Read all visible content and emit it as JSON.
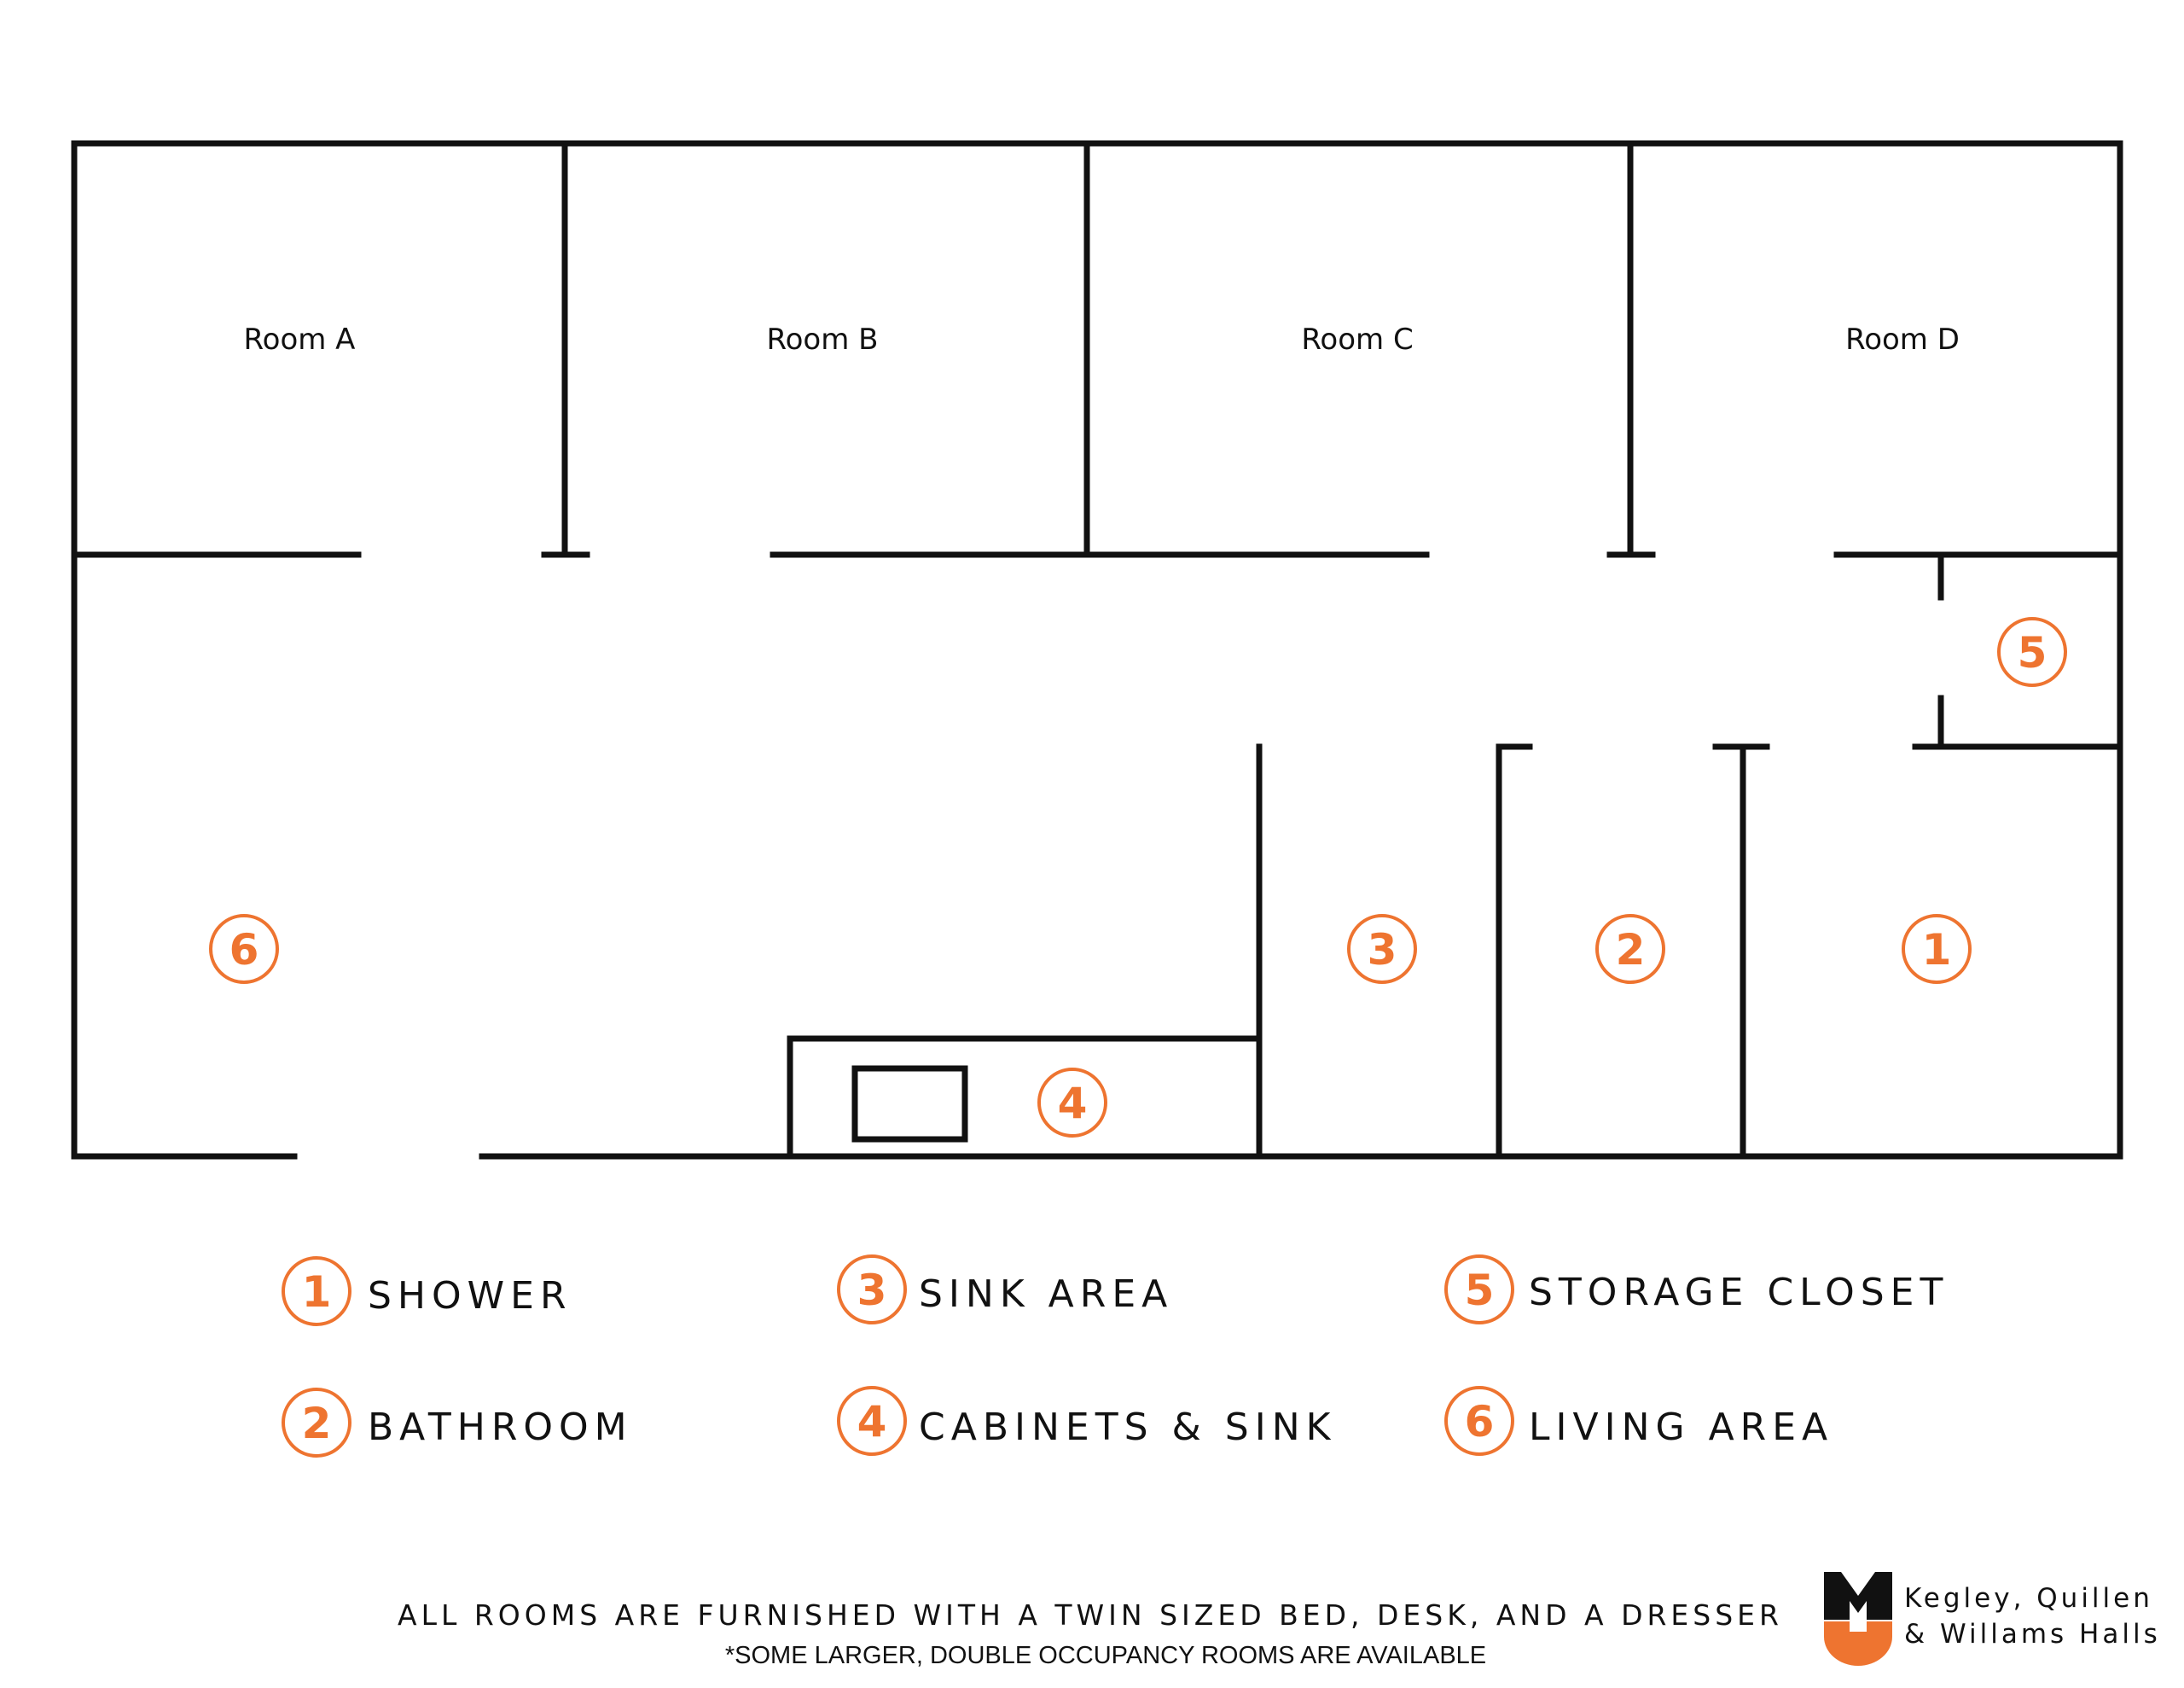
{
  "rooms": {
    "a": "Room A",
    "b": "Room B",
    "c": "Room C",
    "d": "Room D"
  },
  "markers": {
    "shower": "1",
    "bathroom": "2",
    "sink_area": "3",
    "cabinets": "4",
    "storage": "5",
    "living": "6"
  },
  "legend": [
    {
      "num": "1",
      "label": "SHOWER"
    },
    {
      "num": "2",
      "label": "BATHROOM"
    },
    {
      "num": "3",
      "label": "SINK AREA"
    },
    {
      "num": "4",
      "label": "CABINETS & SINK"
    },
    {
      "num": "5",
      "label": "STORAGE CLOSET"
    },
    {
      "num": "6",
      "label": "LIVING AREA"
    }
  ],
  "footer": {
    "main": "ALL ROOMS ARE FURNISHED WITH A TWIN SIZED BED, DESK, AND A DRESSER",
    "note": "*SOME LARGER, DOUBLE OCCUPANCY ROOMS ARE AVAILABLE"
  },
  "brand": {
    "line1": "Kegley, Quillen",
    "line2": "& Willams Halls",
    "colors": {
      "primary": "#111111",
      "accent": "#ee7430"
    }
  }
}
